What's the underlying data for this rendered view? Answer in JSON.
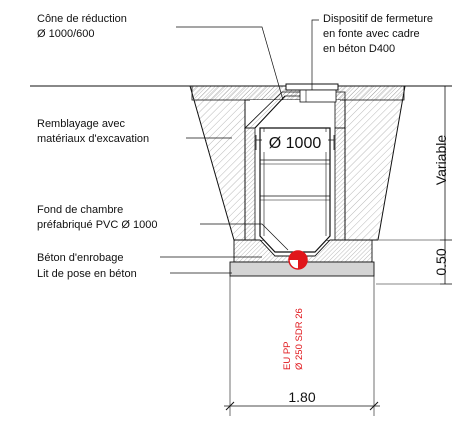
{
  "labels": {
    "cone_line1": "Cône de réduction",
    "cone_line2": "Ø 1000/600",
    "closure_line1": "Dispositif de fermeture",
    "closure_line2": "en fonte avec cadre",
    "closure_line3": "en béton D400",
    "backfill_line1": "Remblayage avec",
    "backfill_line2": "matériaux d'excavation",
    "chamber_line1": "Fond de chambre",
    "chamber_line2": "préfabriqué PVC Ø 1000",
    "embedding": "Béton d'enrobage",
    "bedding": "Lit de pose en béton"
  },
  "dimensions": {
    "shaft_diameter": "Ø 1000",
    "depth": "Variable",
    "slab_thickness": "0.50",
    "trench_width": "1.80"
  },
  "pipe": {
    "line1": "EU PP",
    "line2": "Ø 250 SDR 26"
  },
  "colors": {
    "pipe_red": "#e0161b",
    "concrete_fill": "#d4d4d4",
    "line": "#111111"
  }
}
